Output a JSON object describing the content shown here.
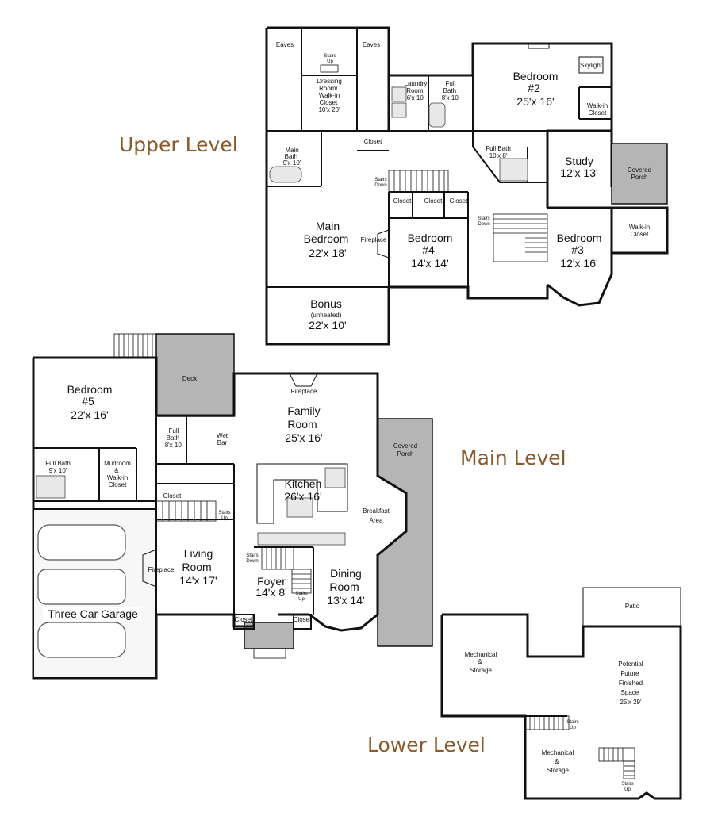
{
  "levels": {
    "upper": "Upper Level",
    "main": "Main Level",
    "lower": "Lower Level"
  },
  "upper": {
    "eaves_left": "Eaves",
    "eaves_right": "Eaves",
    "stairs_up": [
      "Stairs",
      "Up"
    ],
    "dressing": [
      "Dressing",
      "Room/",
      "Walk-in",
      "Closet",
      "10'x 20'"
    ],
    "laundry": [
      "Laundry",
      "Room",
      "6'x 10'"
    ],
    "full_bath_top": [
      "Full",
      "Bath",
      "8'x 10'"
    ],
    "bedroom2": [
      "Bedroom",
      "#2",
      "25'x 16'"
    ],
    "skylight": "Skylight",
    "walkin_b2": [
      "Walk-in",
      "Closet"
    ],
    "main_bath": [
      "Main",
      "Bath",
      "9'x 10'"
    ],
    "closet_hall": "Closet",
    "stairs_down_1": [
      "Stairs",
      "Down"
    ],
    "full_bath_mid": [
      "Full Bath",
      "10'x 8'"
    ],
    "study": [
      "Study",
      "12'x 13'"
    ],
    "covered_porch": [
      "Covered",
      "Porch"
    ],
    "closet_a": "Closet",
    "closet_b": "Closet",
    "closet_c": "Closet",
    "stairs_down_2": [
      "Stairs",
      "Down"
    ],
    "main_bedroom": [
      "Main",
      "Bedroom",
      "22'x 18'"
    ],
    "fireplace": "Fireplace",
    "bedroom4": [
      "Bedroom",
      "#4",
      "14'x 14'"
    ],
    "bedroom3": [
      "Bedroom",
      "#3",
      "12'x 16'"
    ],
    "walkin_b3": [
      "Walk-in",
      "Closet"
    ],
    "bonus": [
      "Bonus",
      "(unheated)",
      "22'x 10'"
    ]
  },
  "main": {
    "deck": "Deck",
    "bedroom5": [
      "Bedroom",
      "#5",
      "22'x 16'"
    ],
    "fireplace_fam": "Fireplace",
    "family": [
      "Family",
      "Room",
      "25'x 16'"
    ],
    "full_bath_a": [
      "Full",
      "Bath",
      "8'x 10'"
    ],
    "wet_bar": [
      "Wet",
      "Bar"
    ],
    "covered_porch": [
      "Covered",
      "Porch"
    ],
    "full_bath_b": [
      "Full Bath",
      "9'x 10'"
    ],
    "mudroom": [
      "Mudroom",
      "&",
      "Walk-in",
      "Closet"
    ],
    "closet": "Closet",
    "kitchen": [
      "Kitchen",
      "26'x 16'"
    ],
    "breakfast": [
      "Breakfast",
      "Area"
    ],
    "stairs_up_1": [
      "Stairs",
      "Up"
    ],
    "living": [
      "Living",
      "Room",
      "14'x 17'"
    ],
    "fireplace_liv": "Fireplace",
    "stairs_down": [
      "Stairs",
      "Down"
    ],
    "dining": [
      "Dining",
      "Room",
      "13'x 14'"
    ],
    "foyer": [
      "Foyer",
      "14'x 8'"
    ],
    "stairs_up_2": [
      "Stairs",
      "Up"
    ],
    "closet_l": "Closet",
    "closet_r": "Closet",
    "garage": "Three Car Garage"
  },
  "lower": {
    "patio": "Patio",
    "mech1": [
      "Mechanical",
      "&",
      "Storage"
    ],
    "future": [
      "Potential",
      "Future",
      "Finished",
      "Space",
      "25'x 29'"
    ],
    "stairs_up_1": [
      "Stairs",
      "Up"
    ],
    "mech2": [
      "Mechanical",
      "&",
      "Storage"
    ],
    "stairs_up_2": [
      "Stairs",
      "Up"
    ]
  }
}
